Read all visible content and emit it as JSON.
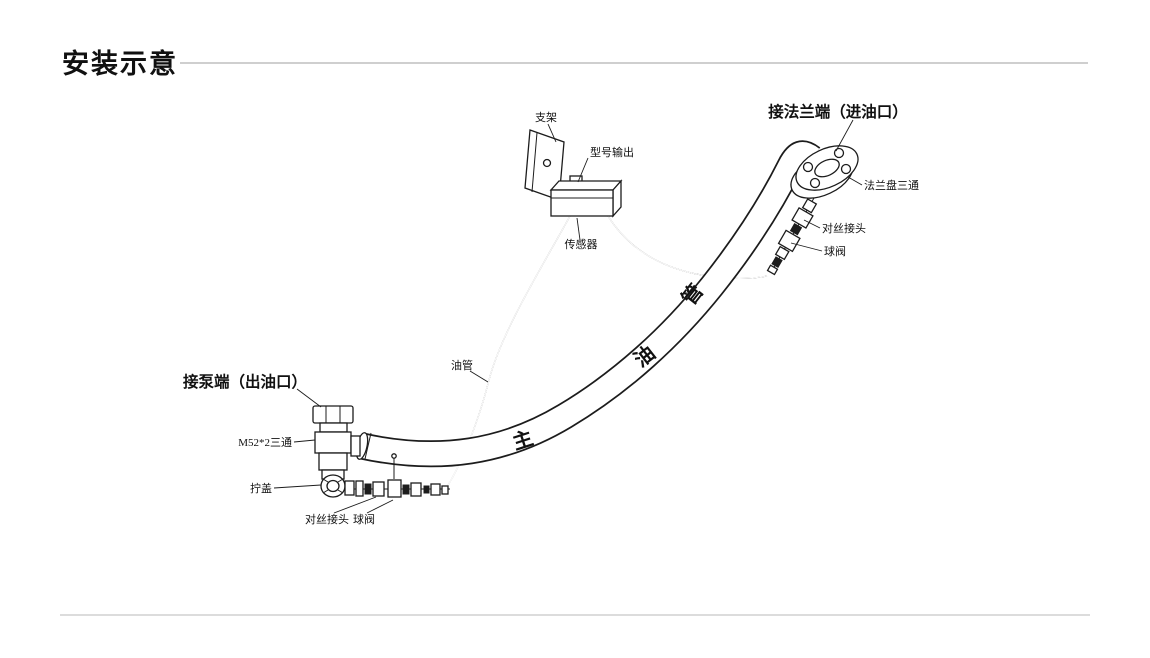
{
  "page": {
    "title": "安装示意",
    "bg_color": "#ffffff",
    "rule_color": "#cfcfcf"
  },
  "diagram": {
    "labels": {
      "bracket": "支架",
      "signal_output": "型号输出",
      "sensor": "传感器",
      "flange_end_title": "接法兰端（进油口）",
      "flange_tee": "法兰盘三通",
      "inlet_threaded_joint": "对丝接头",
      "inlet_ball_valve": "球阀",
      "oil_tube": "油管",
      "main_pipe_text": [
        "主",
        "油",
        "管"
      ],
      "pump_end_title": "接泵端（出油口）",
      "m52_tee": "M52*2三通",
      "screw_cap": "拧盖",
      "outlet_threaded_joint": "对丝接头",
      "outlet_ball_valve": "球阀"
    }
  }
}
